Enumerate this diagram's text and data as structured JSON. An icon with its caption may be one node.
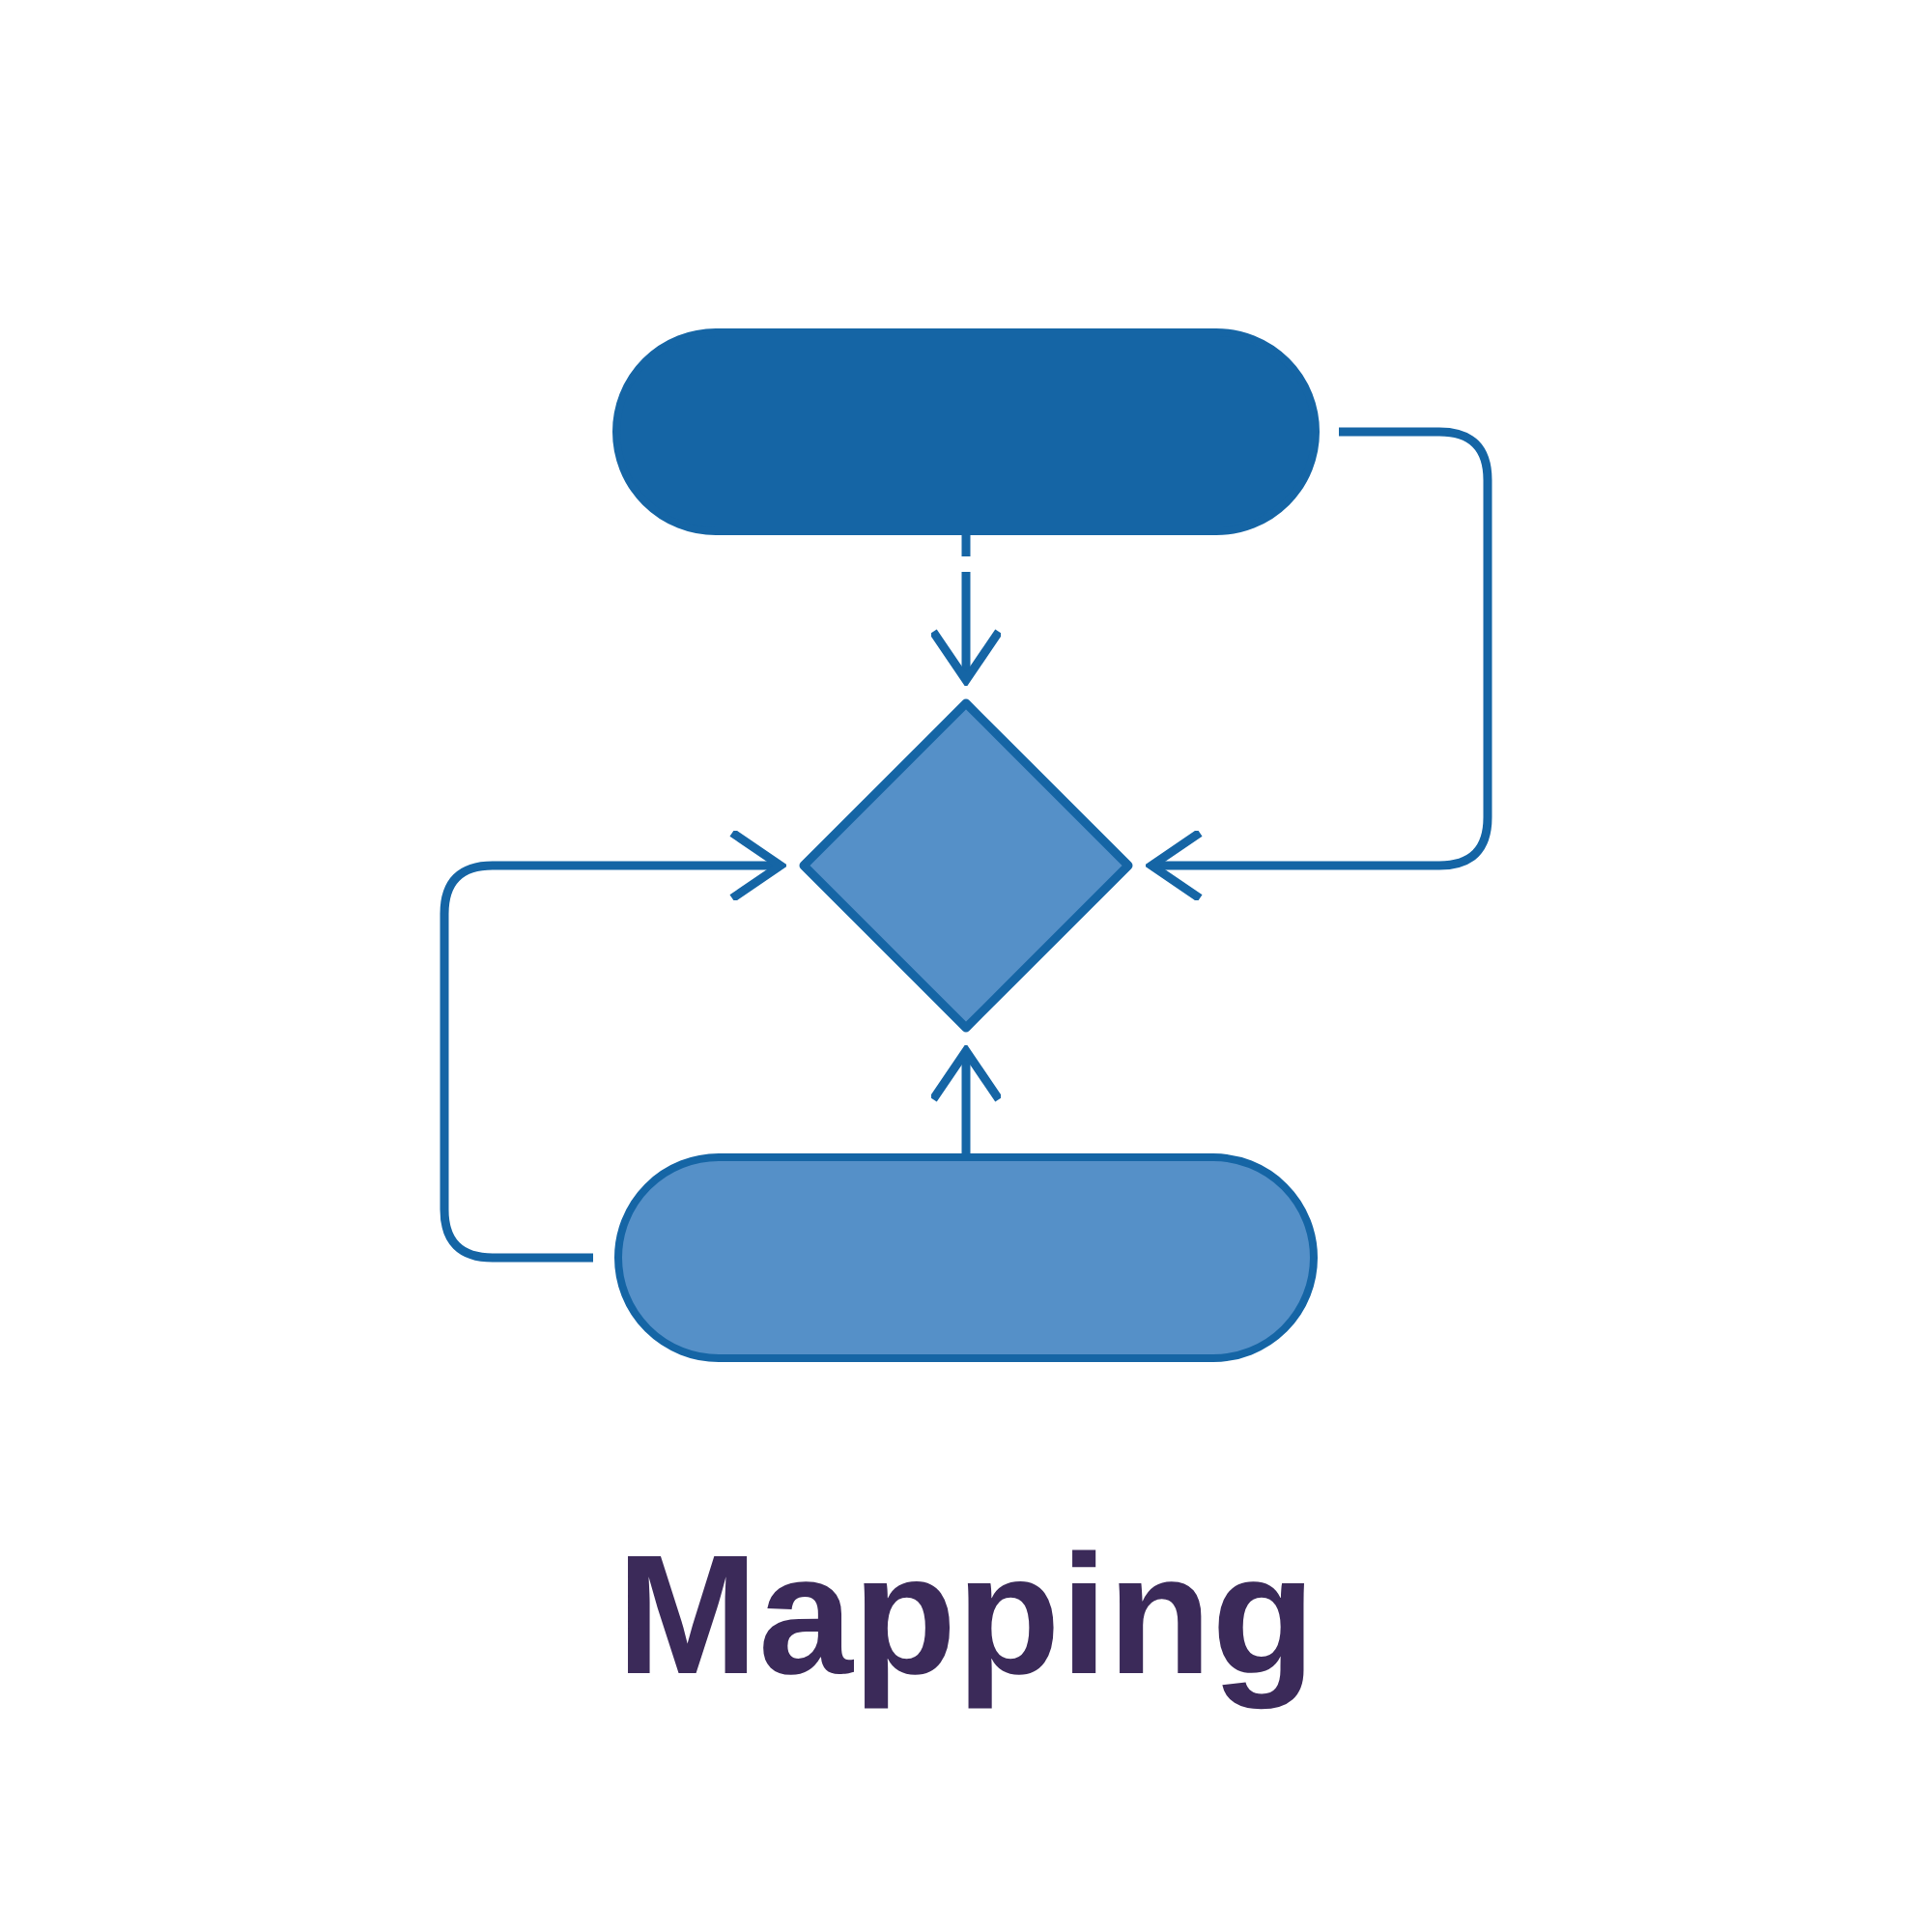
{
  "diagram": {
    "title": "Mapping",
    "nodes": [
      {
        "text": [],
        "shape": "box"
      },
      {
        "text": [],
        "shape": "diamond"
      },
      {
        "text": [],
        "shape": "box"
      }
    ],
    "edges": [
      {
        "from": 0,
        "to": 1,
        "arrow": "to",
        "style": "dashed"
      },
      {
        "from": 0,
        "to": 1,
        "arrow": "to"
      },
      {
        "from": 2,
        "to": 1,
        "arrow": "to"
      },
      {
        "from": 2,
        "to": 1,
        "arrow": "to"
      }
    ]
  }
}
